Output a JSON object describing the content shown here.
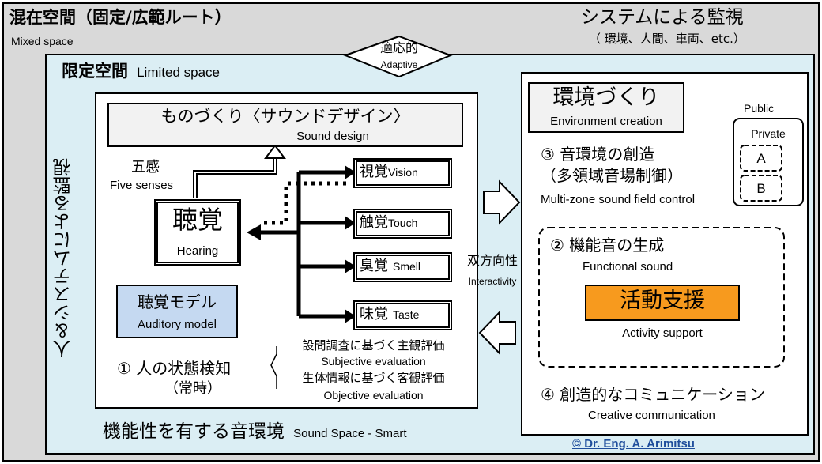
{
  "mixed": {
    "title": "混在空間（固定/広範ルート）",
    "subtitle": "Mixed space"
  },
  "monitor_top": {
    "title": "システムによる監視",
    "subtitle": "（ 環境、人間、車両、etc.）"
  },
  "adaptive": {
    "jp": "適応的",
    "en": "Adaptive"
  },
  "limited": {
    "jp": "限定空間",
    "en": "Limited space"
  },
  "vertical_label": "人＆システムによる監視",
  "monozukuri": {
    "jp": "ものづくり〈サウンドデザイン〉",
    "en": "Sound design"
  },
  "five_senses": {
    "jp": "五感",
    "en": "Five senses"
  },
  "hearing": {
    "jp": "聴覚",
    "en": "Hearing"
  },
  "senses": [
    {
      "jp": "視覚",
      "en": "Vision"
    },
    {
      "jp": "触覚",
      "en": "Touch"
    },
    {
      "jp": "臭覚",
      "en": "Smell"
    },
    {
      "jp": "味覚",
      "en": "Taste"
    }
  ],
  "auditory_model": {
    "jp": "聴覚モデル",
    "en": "Auditory model"
  },
  "state_detection": {
    "line1": "① 人の状態検知",
    "line2": "（常時）"
  },
  "evaluations": {
    "subjective_jp": "設問調査に基づく主観評価",
    "subjective_en": "Subjective evaluation",
    "objective_jp": "生体情報に基づく客観評価",
    "objective_en": "Objective evaluation"
  },
  "smart": {
    "jp": "機能性を有する音環境",
    "en": "Sound Space - Smart"
  },
  "interactivity": {
    "jp": "双方向性",
    "en": "Interactivity"
  },
  "environment": {
    "jp": "環境づくり",
    "en": "Environment creation"
  },
  "public": "Public",
  "private": "Private",
  "zones": [
    "A",
    "B"
  ],
  "creation": {
    "line1": "③ 音環境の創造",
    "line2": "（多領域音場制御）",
    "en": "Multi-zone sound field control"
  },
  "functional": {
    "jp": "② 機能音の生成",
    "en": "Functional sound"
  },
  "activity": {
    "jp": "活動支援",
    "en": "Activity support"
  },
  "creative": {
    "jp": "④ 創造的なコミュニケーション",
    "en": "Creative communication"
  },
  "copyright": "© Dr. Eng. A. Arimitsu",
  "colors": {
    "outer_bg": "#d9d9d9",
    "inner_bg": "#dbeef4",
    "auditory_model": "#c5d9f1",
    "activity": "#f79a1e",
    "copyright": "#1f4e9c"
  }
}
